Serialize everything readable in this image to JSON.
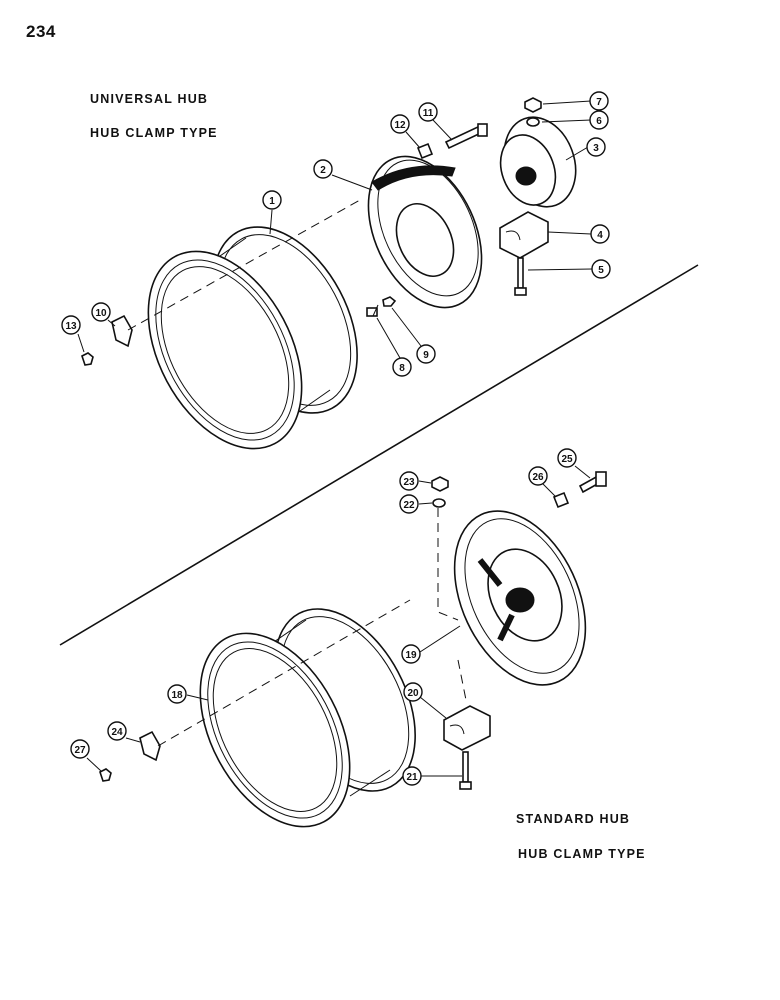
{
  "page": {
    "number": "234"
  },
  "upper_section": {
    "title": "UNIVERSAL HUB",
    "subtitle": "HUB CLAMP TYPE",
    "callouts": [
      "1",
      "2",
      "3",
      "4",
      "5",
      "6",
      "7",
      "8",
      "9",
      "10",
      "11",
      "12",
      "13"
    ]
  },
  "lower_section": {
    "title": "STANDARD HUB",
    "subtitle": "HUB CLAMP TYPE",
    "callouts": [
      "18",
      "19",
      "20",
      "21",
      "22",
      "23",
      "24",
      "25",
      "26",
      "27"
    ]
  }
}
